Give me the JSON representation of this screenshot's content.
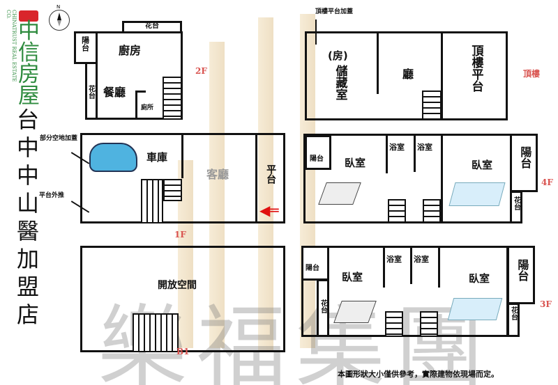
{
  "logo": {
    "brand": "中信房屋",
    "english": "CHINATRUST REAL ESTATE CO.",
    "color": "#2e8b3e",
    "accent": "#d9252b"
  },
  "compass": {
    "label": "N"
  },
  "store_title": "台中中山醫加盟店",
  "watermark": "樂福集團",
  "floors": {
    "f2": {
      "label": "2F",
      "rooms": {
        "flower_top": "花台",
        "balcony": "陽台",
        "kitchen": "廚房",
        "flower_side": "花台",
        "dining": "餐廳",
        "toilet": "廁所"
      }
    },
    "f1": {
      "label": "1F",
      "rooms": {
        "garage": "車庫",
        "living": "客廳",
        "platform": "平台"
      },
      "notes": {
        "partial": "部分空地加蓋",
        "platform_out": "平台外推"
      }
    },
    "b1": {
      "label": "B1",
      "rooms": {
        "open": "開放空間"
      }
    },
    "roof": {
      "label": "頂樓",
      "rooms": {
        "storage_note": "(房)",
        "storage": "儲藏室",
        "hall": "廳",
        "roof_platform": "頂樓平台"
      },
      "notes": {
        "added": "頂樓平台加蓋"
      }
    },
    "f4": {
      "label": "4F",
      "rooms": {
        "balcony_left": "陽台",
        "bedroom_left": "臥室",
        "bath1": "浴室",
        "bath2": "浴室",
        "bedroom_right": "臥室",
        "balcony_right": "陽台",
        "flower": "花台"
      }
    },
    "f3": {
      "label": "3F",
      "rooms": {
        "balcony_left": "陽台",
        "flower_left": "花台",
        "bedroom_left": "臥室",
        "bath1": "浴室",
        "bath2": "浴室",
        "bedroom_right": "臥室",
        "balcony_right": "陽台",
        "flower_right": "花台"
      }
    }
  },
  "disclaimer": "本圖形狀大小僅供參考，實際建物依現場而定。"
}
